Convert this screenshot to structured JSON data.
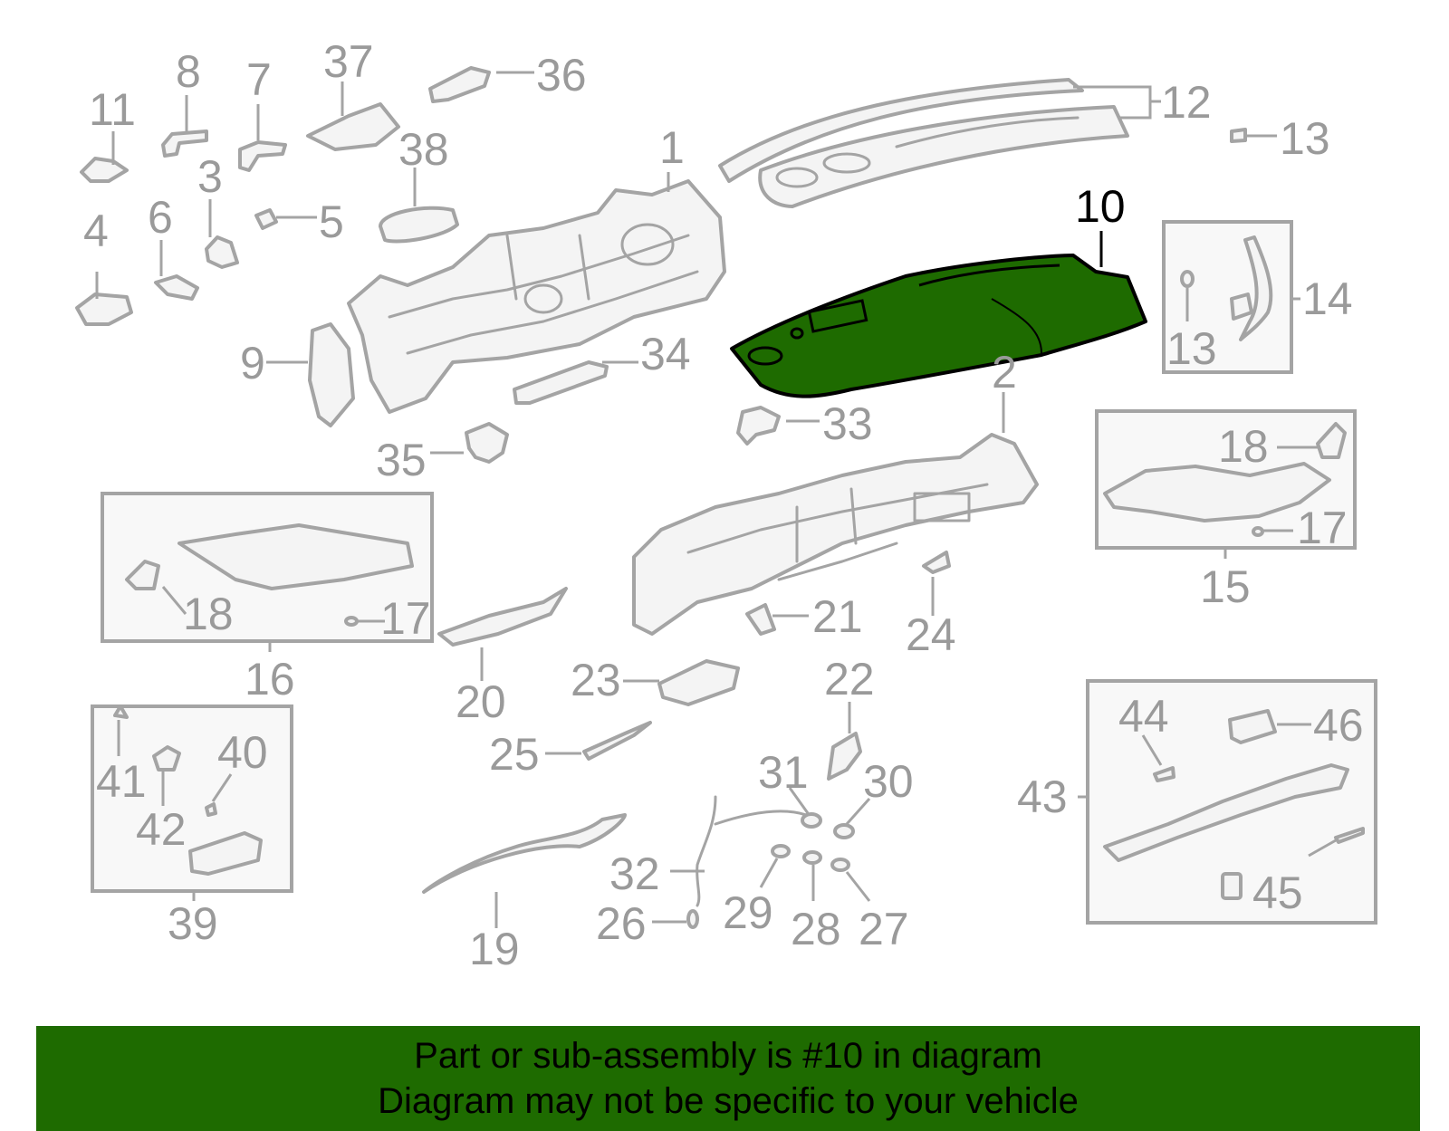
{
  "diagram": {
    "highlight_color": "#1e6b00",
    "line_color": "#a4a4a4",
    "label_color": "#9a9a9a",
    "active_label_color": "#000000",
    "highlighted_part": "10",
    "callouts": {
      "c1": "1",
      "c2": "2",
      "c3": "3",
      "c4": "4",
      "c5": "5",
      "c6": "6",
      "c7": "7",
      "c8": "8",
      "c9": "9",
      "c10": "10",
      "c11": "11",
      "c12": "12",
      "c13a": "13",
      "c13b": "13",
      "c14": "14",
      "c15": "15",
      "c16": "16",
      "c17a": "17",
      "c17b": "17",
      "c18a": "18",
      "c18b": "18",
      "c19": "19",
      "c20": "20",
      "c21": "21",
      "c22": "22",
      "c23": "23",
      "c24": "24",
      "c25": "25",
      "c26": "26",
      "c27": "27",
      "c28": "28",
      "c29": "29",
      "c30": "30",
      "c31": "31",
      "c32": "32",
      "c33": "33",
      "c34": "34",
      "c35": "35",
      "c36": "36",
      "c37": "37",
      "c38": "38",
      "c39": "39",
      "c40": "40",
      "c41": "41",
      "c42": "42",
      "c43": "43",
      "c44": "44",
      "c45": "45",
      "c46": "46"
    }
  },
  "banner": {
    "line1": "Part or sub-assembly is #10 in diagram",
    "line2": "Diagram may not be specific to your vehicle"
  }
}
